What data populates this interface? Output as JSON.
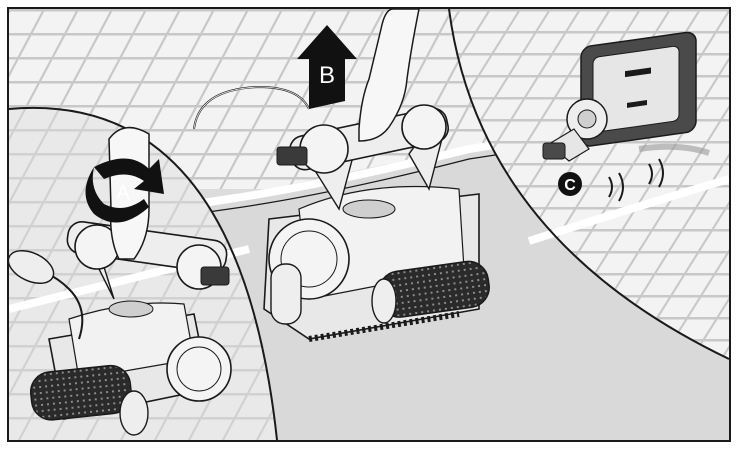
{
  "steps": {
    "a": {
      "label": "A"
    },
    "b": {
      "label": "B"
    },
    "c": {
      "label": "C"
    }
  },
  "colors": {
    "line": "#1a1a1a",
    "tile": "#f2f2f2",
    "grout": "#c9c9c9",
    "floor": "#d8d8d8",
    "water": "#bdbdbd",
    "arrow": "#111111"
  },
  "icons": [
    "rotate-arrow-icon",
    "up-arrow-icon",
    "wave-icon"
  ]
}
